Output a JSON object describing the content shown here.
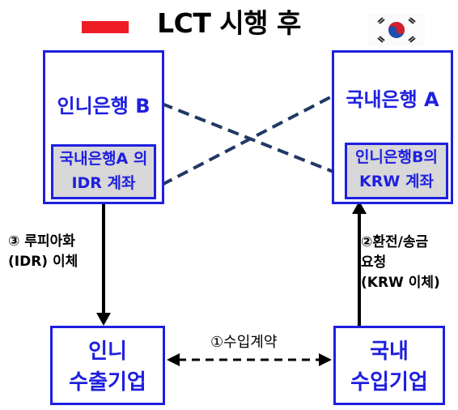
{
  "title": "LCT 시행 후",
  "flags": {
    "left": "indonesia-flag",
    "right": "korea-flag"
  },
  "bank_b": {
    "name": "인니은행 B",
    "account_line1": "국내은행A 의",
    "account_line2": "IDR 계좌"
  },
  "bank_a": {
    "name": "국내은행 A",
    "account_line1": "인니은행B의",
    "account_line2": "KRW 계좌"
  },
  "exporter": {
    "line1": "인니",
    "line2": "수출기업"
  },
  "importer": {
    "line1": "국내",
    "line2": "수입기업"
  },
  "steps": {
    "contract": "①수입계약",
    "remit_line1": "②환전/송금",
    "remit_line2": "요청",
    "remit_line3": "(KRW 이체)",
    "payout_line1": "③ 루피아화",
    "payout_line2": "(IDR) 이체"
  },
  "colors": {
    "box_border": "#1f1fe0",
    "text_blue": "#1f1fe0",
    "dashed_link": "#203864",
    "account_fill": "#d8d8d8"
  }
}
